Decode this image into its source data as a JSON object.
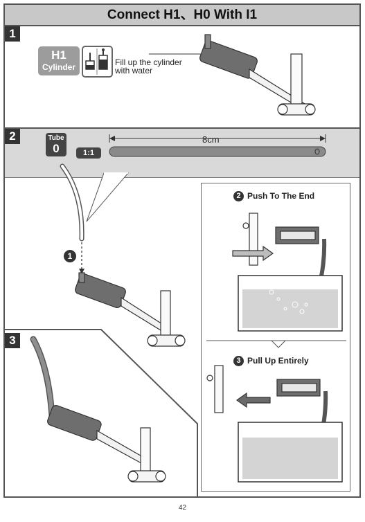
{
  "header": {
    "title": "Connect H1、H0 With I1"
  },
  "steps": {
    "s1": "1",
    "s2": "2",
    "s3": "3"
  },
  "step1": {
    "badge_title": "H1",
    "badge_sub": "Cylinder",
    "instruction_line1": "Fill up the cylinder",
    "instruction_line2": "with water"
  },
  "step2": {
    "tube_label": "Tube",
    "tube_id": "0",
    "scale": "1:1",
    "length": "8cm",
    "sub_step_1": "1",
    "sub_step_2_num": "2",
    "sub_step_2": "Push To The End",
    "sub_step_3_num": "3",
    "sub_step_3": "Pull Up Entirely"
  },
  "footer": {
    "page": "42"
  },
  "colors": {
    "frame": "#555555",
    "header_bg": "#c8c8c8",
    "band_bg": "#d9d9d9",
    "water": "#d4d4d4",
    "part_dark": "#6e6e6e"
  }
}
